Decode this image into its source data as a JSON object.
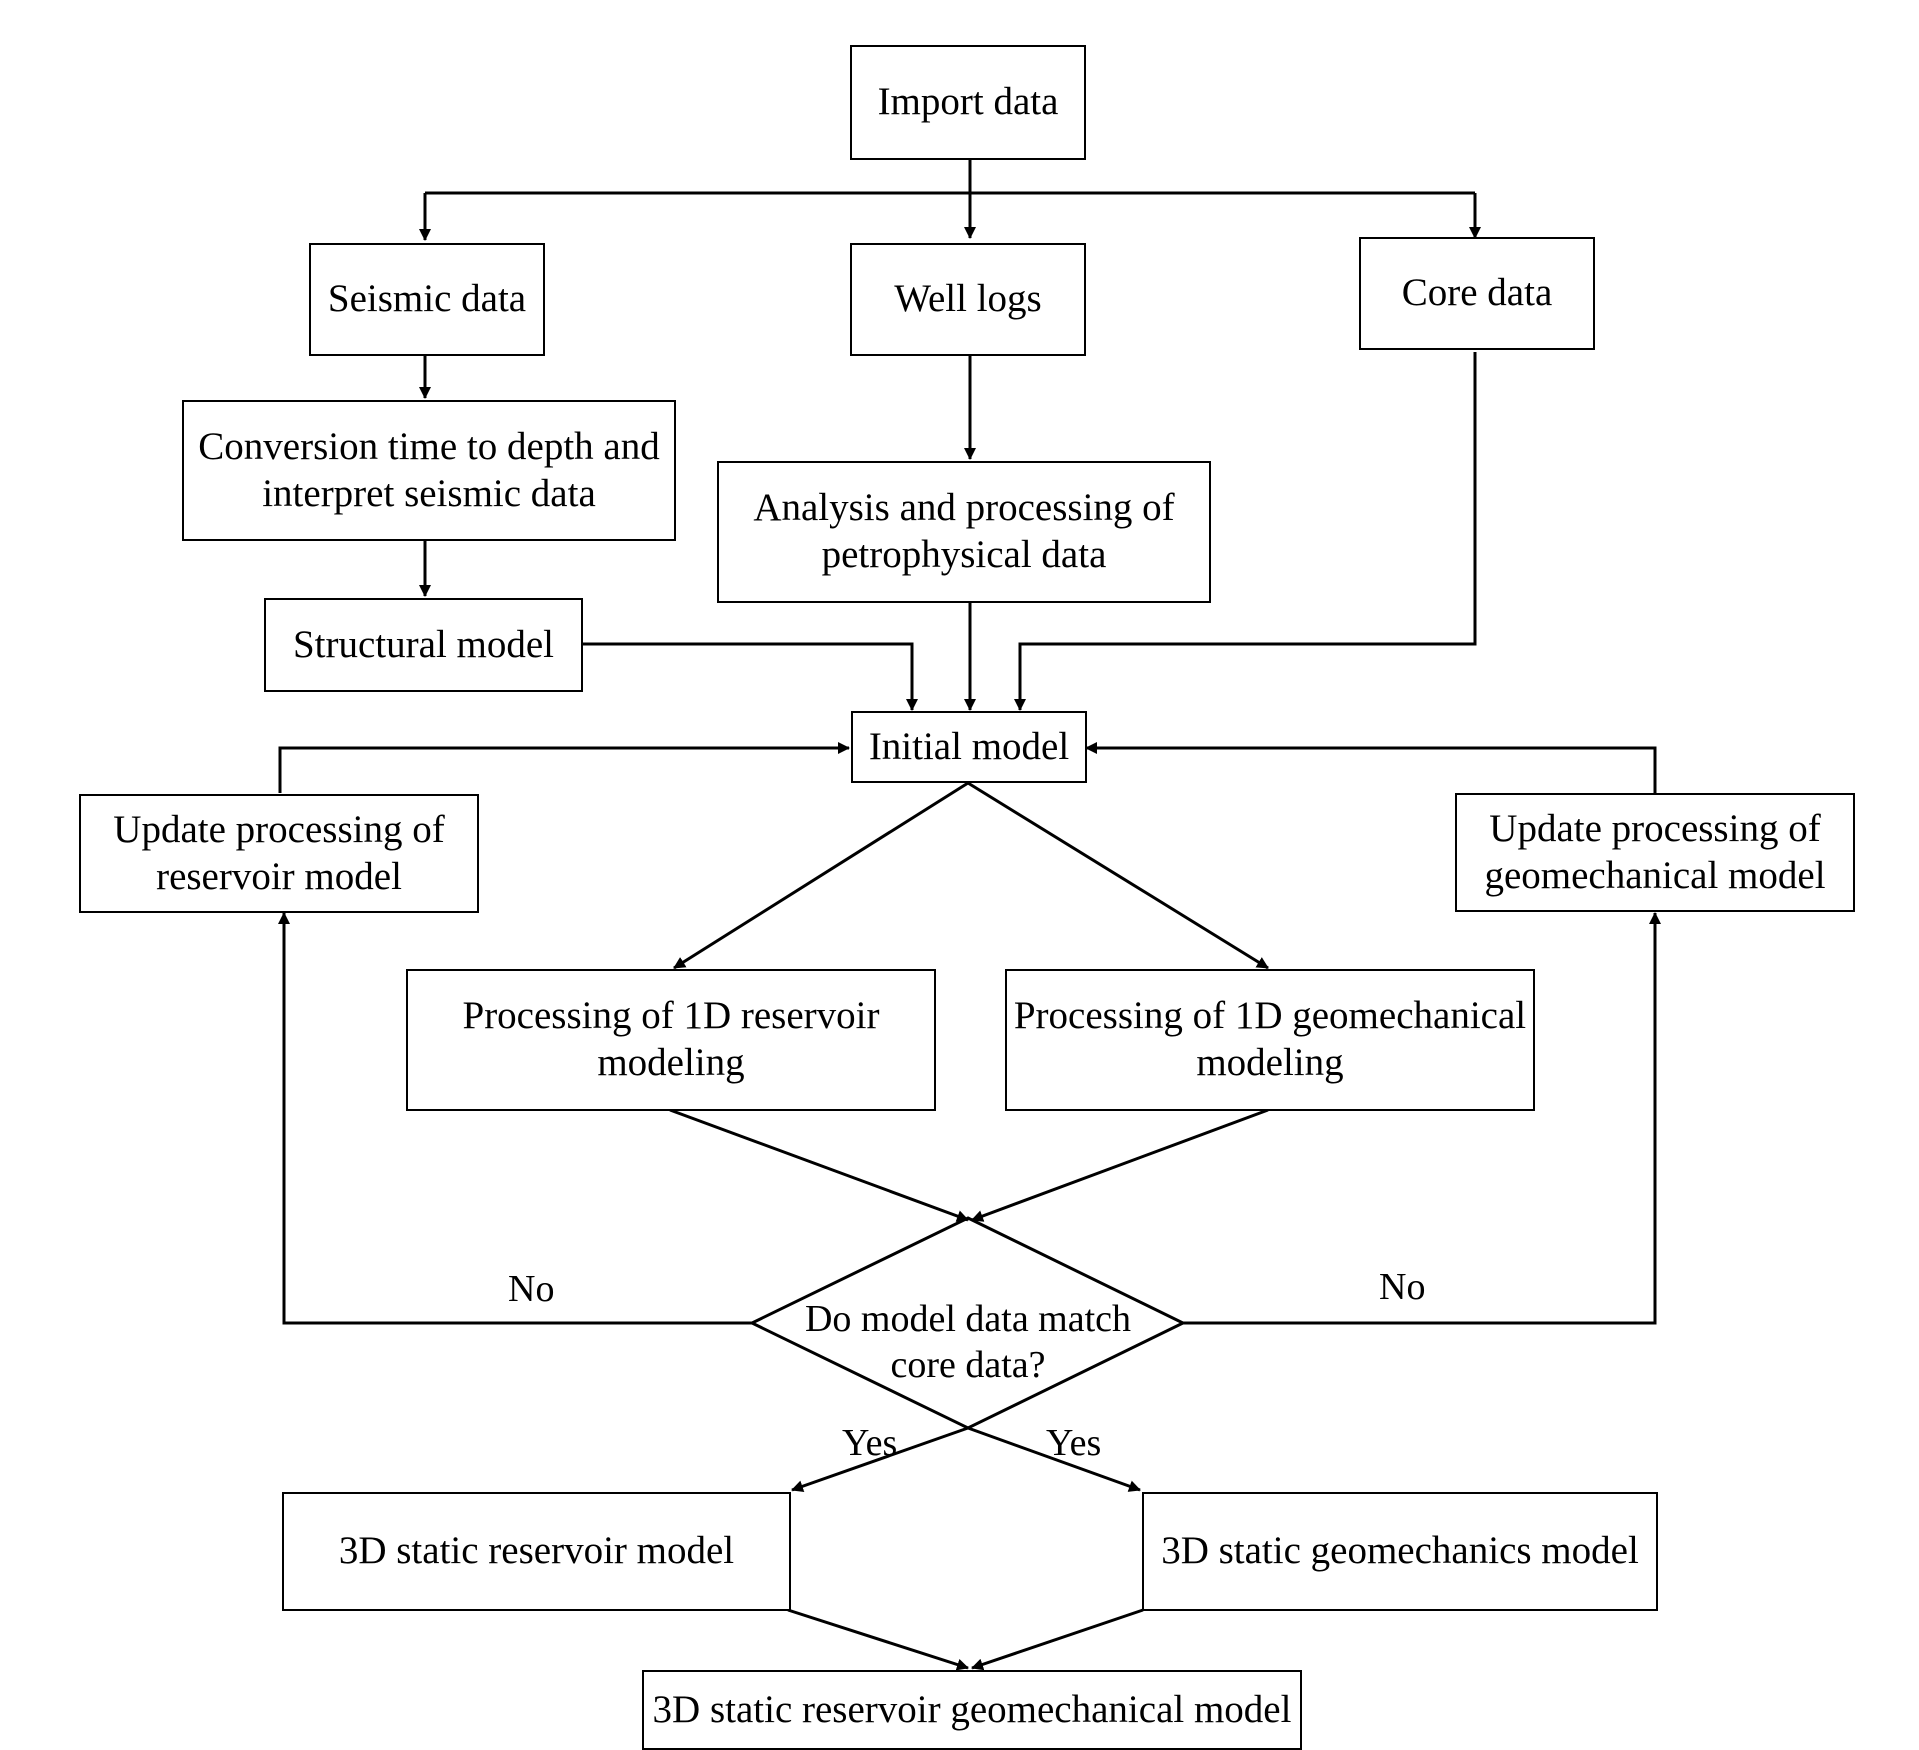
{
  "nodes": {
    "import": "Import data",
    "seismic": "Seismic data",
    "welllogs": "Well logs",
    "core": "Core data",
    "conversion": "Conversion time to depth and\ninterpret seismic data",
    "analysis": "Analysis and processing of\npetrophysical data",
    "structural": "Structural model",
    "initial": "Initial model",
    "update_reservoir": "Update processing of\nreservoir model",
    "update_geomech": "Update processing of\ngeomechanical model",
    "proc_reservoir": "Processing of 1D reservoir\nmodeling",
    "proc_geomech": "Processing of 1D geomechanical\nmodeling",
    "decision": "Do model data match\ncore data?",
    "static_reservoir": "3D static reservoir model",
    "static_geomech": "3D static geomechanics model",
    "final": "3D static reservoir geomechanical model"
  },
  "edge_labels": {
    "no_left": "No",
    "no_right": "No",
    "yes_left": "Yes",
    "yes_right": "Yes"
  }
}
